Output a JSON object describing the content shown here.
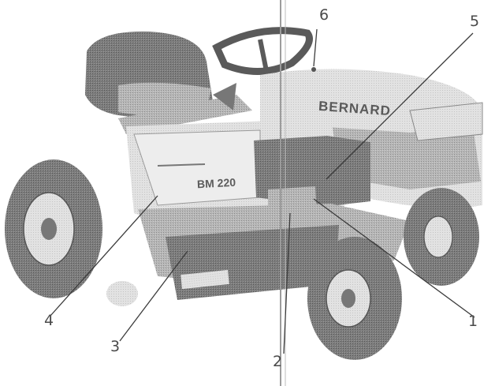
{
  "figure": {
    "brand_text": "BERNARD",
    "model_text": "BM 220",
    "colors": {
      "tone_dark": "#6e6e6e",
      "tone_mid": "#9a9a9a",
      "tone_light": "#c9c9c9",
      "line": "#3c3c3c"
    }
  },
  "callouts": [
    {
      "id": "1",
      "label": "1"
    },
    {
      "id": "2",
      "label": "2"
    },
    {
      "id": "3",
      "label": "3"
    },
    {
      "id": "4",
      "label": "4"
    },
    {
      "id": "5",
      "label": "5"
    },
    {
      "id": "6",
      "label": "6"
    }
  ]
}
